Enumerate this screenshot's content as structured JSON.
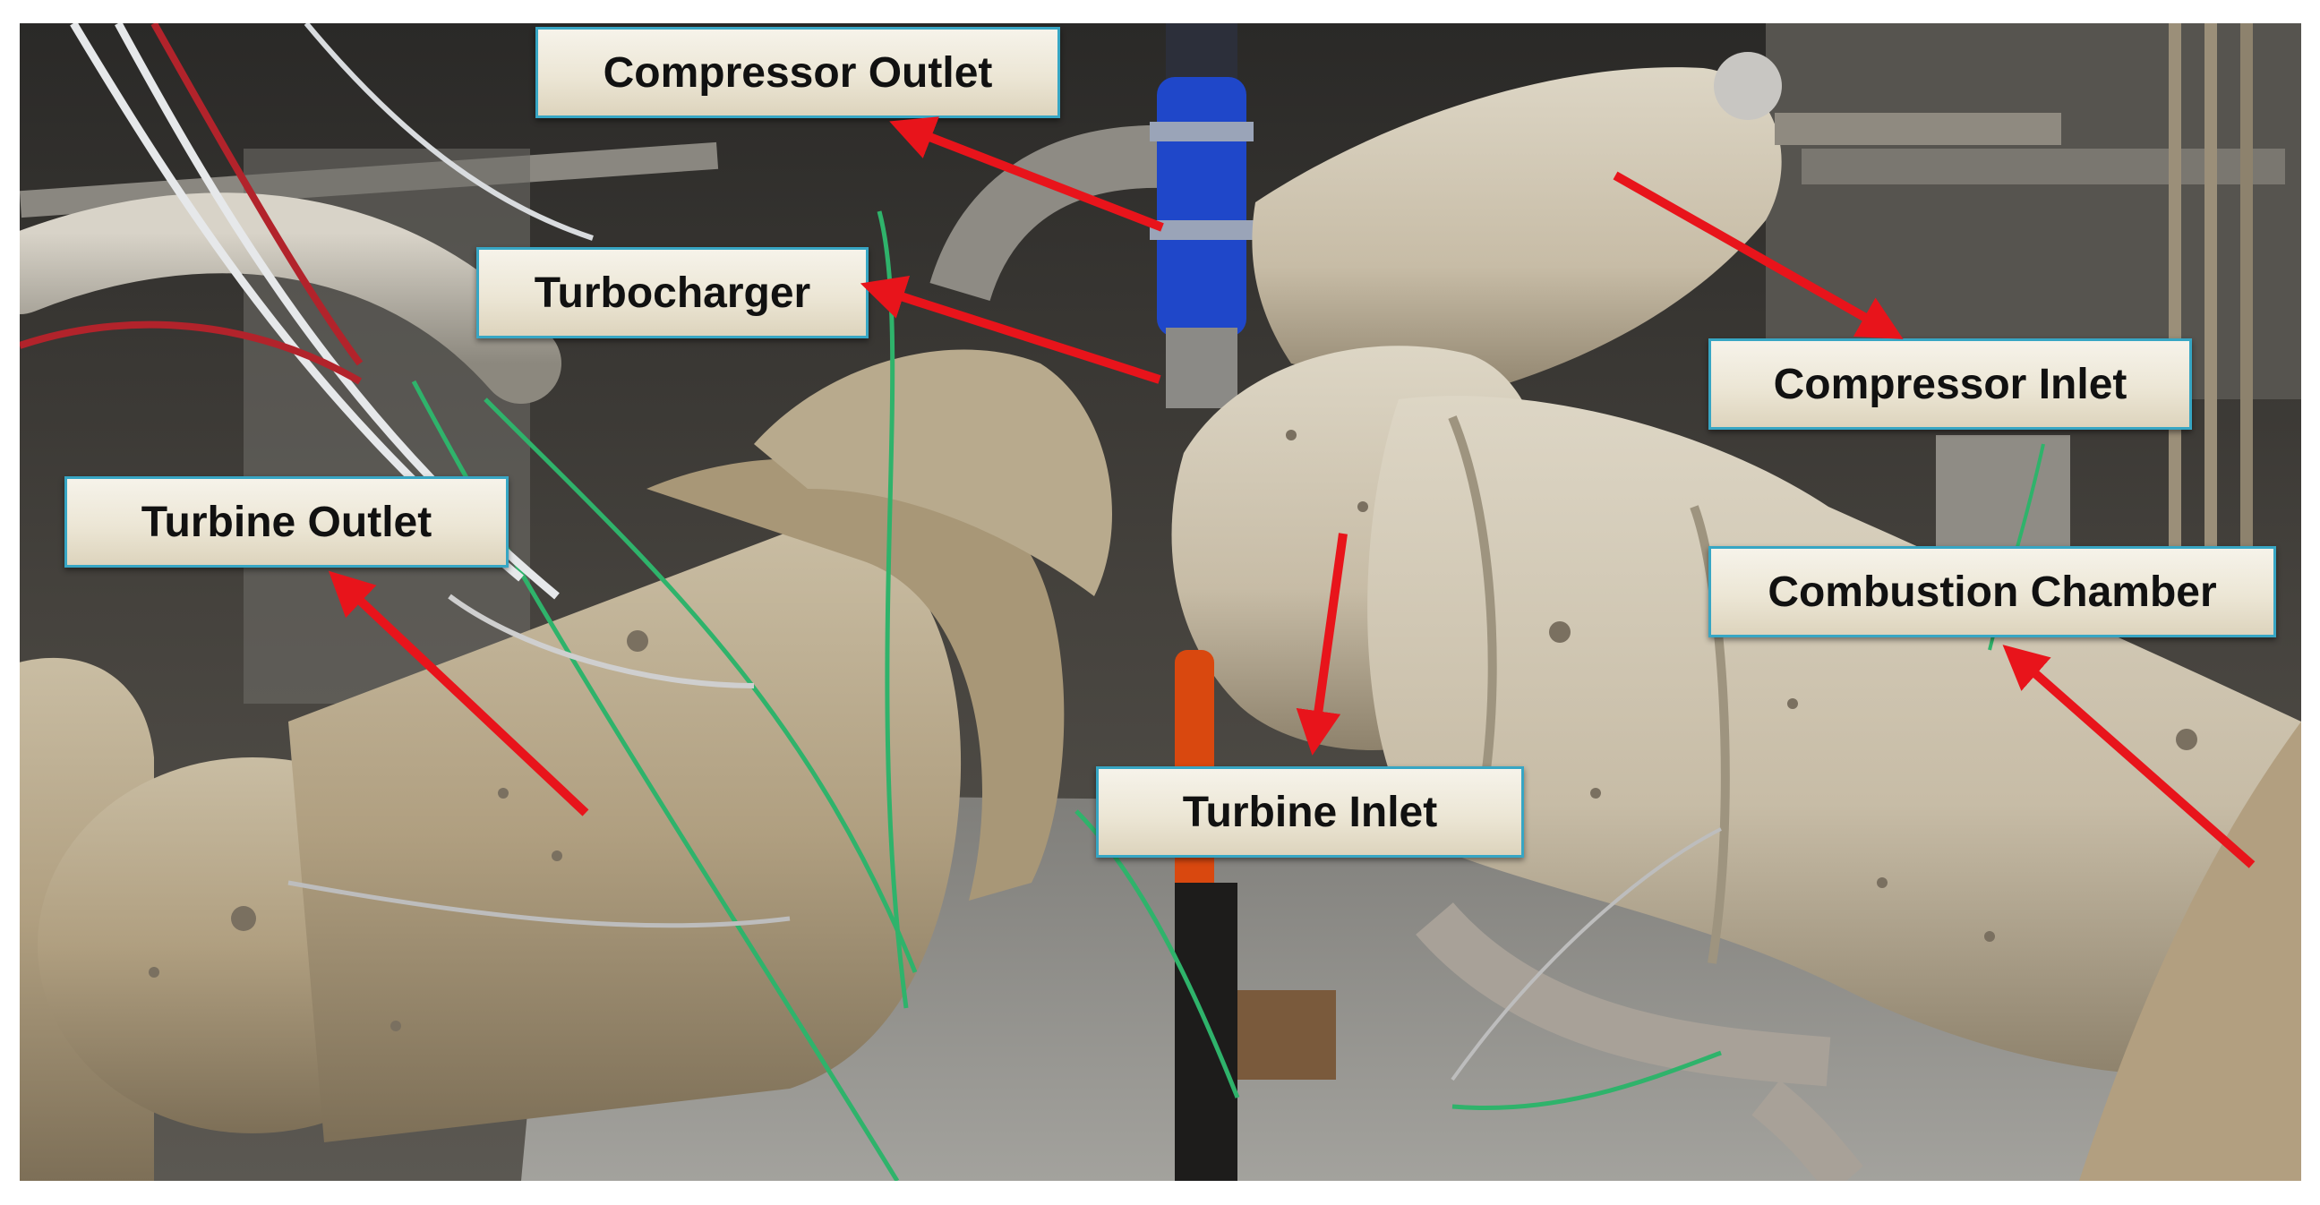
{
  "figure": {
    "labels": {
      "compressor_outlet": "Compressor Outlet",
      "turbocharger": "Turbocharger",
      "compressor_inlet": "Compressor Inlet",
      "turbine_outlet": "Turbine Outlet",
      "combustion_chamber": "Combustion Chamber",
      "turbine_inlet": "Turbine Inlet"
    },
    "colors": {
      "arrow": "#e8141b",
      "label_border": "#37a6c4",
      "insulation": "#b5a68a",
      "background": "#2f2d2a"
    }
  }
}
